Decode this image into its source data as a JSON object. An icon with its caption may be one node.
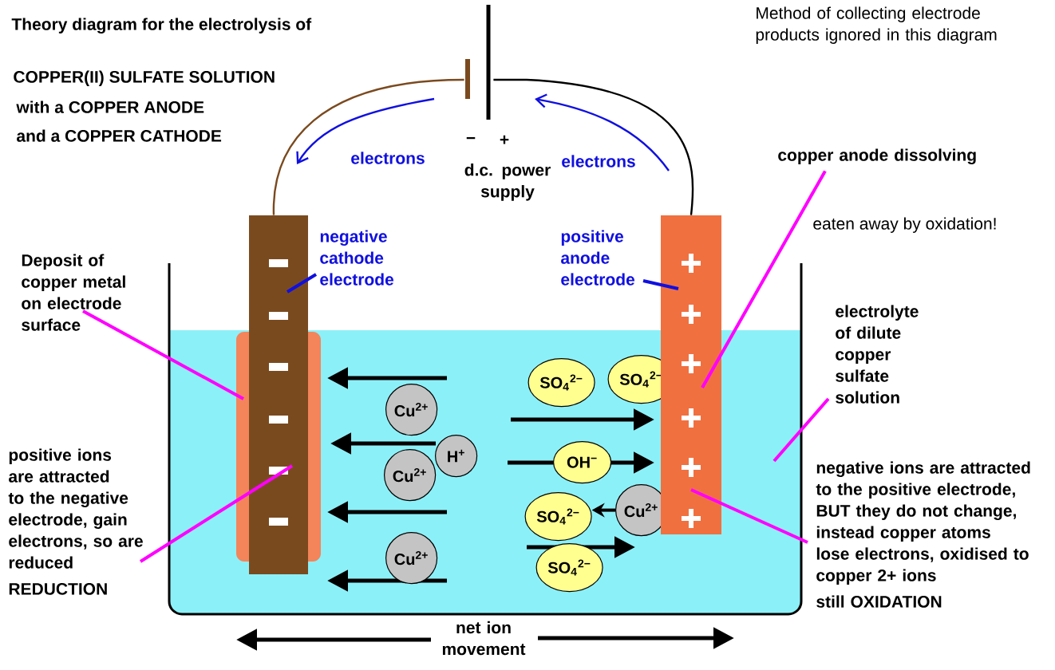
{
  "diagram": {
    "title": "Theory diagram for the electrolysis of",
    "nodes": [
      {
        "text": [],
        "shape": "battery",
        "beside": [
          "d.c. power supply"
        ]
      },
      {
        "text": [],
        "shape": "bar"
      },
      {
        "text": [],
        "shape": "bar"
      },
      {
        "text": [
          "negative cathode electrode"
        ]
      },
      {
        "text": [
          "positive anode electrode"
        ]
      },
      {
        "text": [
          "copper anode dissolving"
        ]
      },
      {
        "text": [
          "Deposit of copper metal on electrode surface"
        ]
      },
      {
        "text": [],
        "shape": "box",
        "in": 9
      },
      {
        "text": [
          "electrolyte of dilute copper sulfate solution"
        ]
      },
      {
        "text": [],
        "shape": "box"
      },
      {
        "text": [
          "SO$_{4}$$^{2−}$"
        ],
        "in": 9
      },
      {
        "text": [
          "SO$_{4}$$^{2−}$"
        ],
        "in": 9
      },
      {
        "text": [
          "Cu$^{2+}$"
        ],
        "in": 9
      },
      {
        "text": [
          "H$^{+}$"
        ],
        "in": 9
      },
      {
        "text": [
          "OH$^{−}$"
        ],
        "in": 9
      },
      {
        "text": [
          "Cu$^{2+}$"
        ],
        "in": 9
      },
      {
        "text": [
          "Cu$^{2+}$"
        ],
        "in": 9
      },
      {
        "text": [
          "SO$_{4}$$^{2−}$"
        ],
        "in": 9
      },
      {
        "text": [
          "Cu$^{2+}$"
        ],
        "in": 9
      },
      {
        "text": [
          "SO$_{4}$$^{2−}$"
        ],
        "in": 9
      },
      {
        "text": [
          "positive ions are attracted to the negative electrode, gain electrons, so are reduced",
          "REDUCTION"
        ]
      },
      {
        "text": [
          "negative ions are attracted to the positive electrode, BUT they do not change, instead copper atoms lose electrons, oxidised to copper 2+ ions",
          "still OXIDATION"
        ]
      }
    ],
    "edges": [
      {
        "from": 0,
        "to": 1,
        "arrow": "none",
        "color": "#7a4a1f"
      },
      {
        "from": 0,
        "to": 2,
        "arrow": "none",
        "color": "#000000"
      },
      {
        "from": 3,
        "to": 1,
        "arrow": "none",
        "color": "#1010e0"
      },
      {
        "from": 4,
        "to": 2,
        "arrow": "none",
        "color": "#1010e0"
      },
      {
        "from": 5,
        "to": 2,
        "arrow": "none"
      },
      {
        "from": 6,
        "to": 7,
        "arrow": "none"
      },
      {
        "from": 8,
        "to": 9,
        "arrow": "none"
      },
      {
        "from": 20,
        "to": 1,
        "arrow": "none"
      },
      {
        "from": 21,
        "to": 2,
        "arrow": "none"
      },
      {
        "from": 16,
        "to": 17,
        "arrow": "to",
        "color": "#000000"
      }
    ],
    "labels": [
      "COPPER(II) SULFATE SOLUTION",
      "with a COPPER ANODE",
      "and a COPPER CATHODE",
      "Method of collecting electrode products ignored in this diagram",
      "−",
      "+",
      "electrons",
      "electrons",
      "eaten away by oxidation!",
      "net ion movement"
    ]
  }
}
